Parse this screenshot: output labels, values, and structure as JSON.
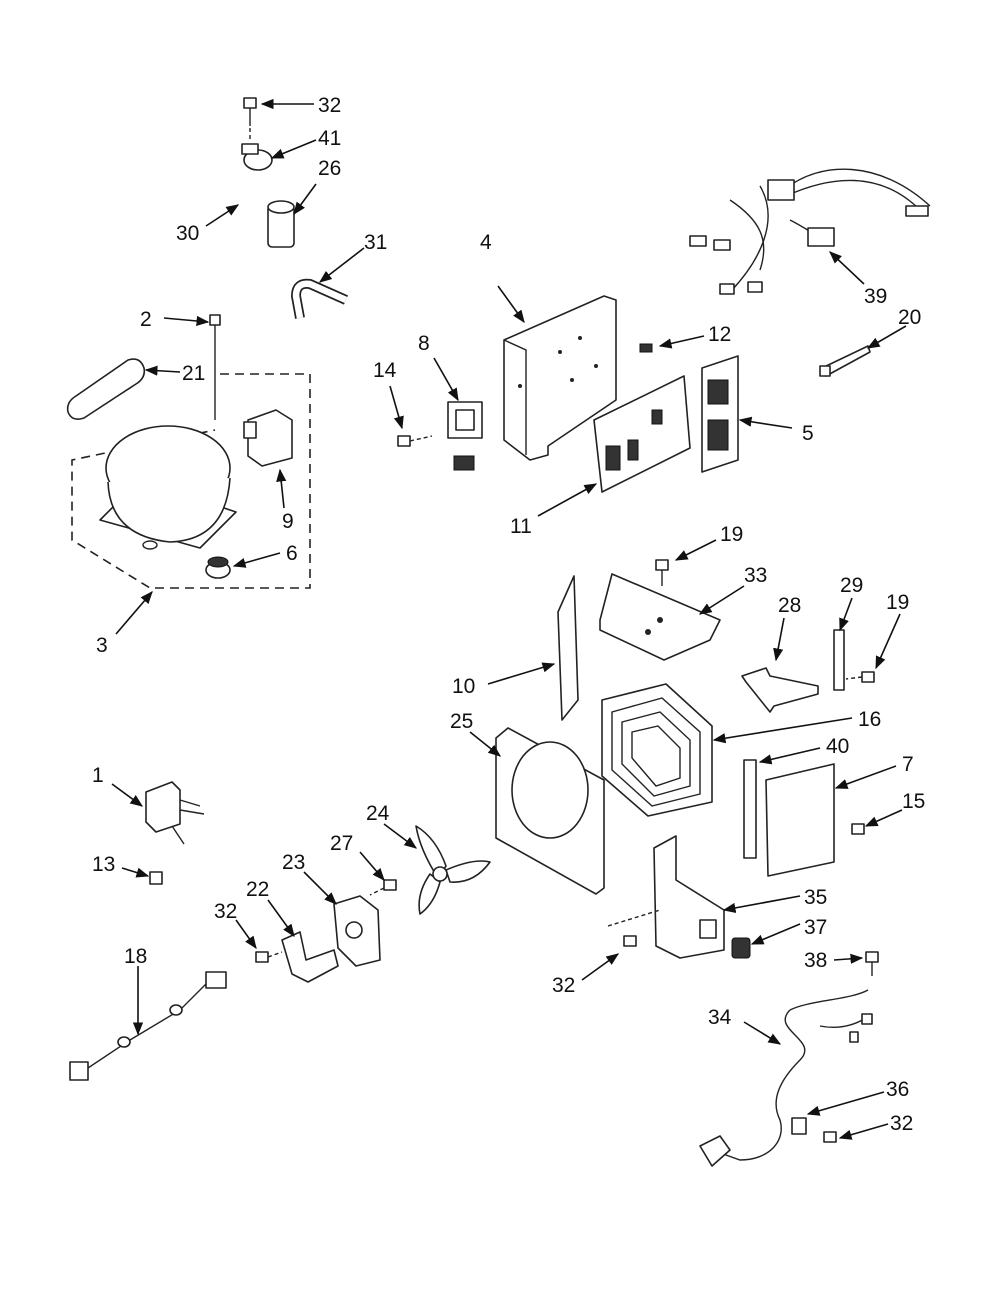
{
  "diagram": {
    "callouts": [
      {
        "id": "c32a",
        "text": "32"
      },
      {
        "id": "c41",
        "text": "41"
      },
      {
        "id": "c26",
        "text": "26"
      },
      {
        "id": "c30",
        "text": "30"
      },
      {
        "id": "c31",
        "text": "31"
      },
      {
        "id": "c2",
        "text": "2"
      },
      {
        "id": "c21",
        "text": "21"
      },
      {
        "id": "c9",
        "text": "9"
      },
      {
        "id": "c6",
        "text": "6"
      },
      {
        "id": "c3",
        "text": "3"
      },
      {
        "id": "c4",
        "text": "4"
      },
      {
        "id": "c8",
        "text": "8"
      },
      {
        "id": "c14",
        "text": "14"
      },
      {
        "id": "c12",
        "text": "12"
      },
      {
        "id": "c5",
        "text": "5"
      },
      {
        "id": "c11",
        "text": "11"
      },
      {
        "id": "c39",
        "text": "39"
      },
      {
        "id": "c20",
        "text": "20"
      },
      {
        "id": "c19a",
        "text": "19"
      },
      {
        "id": "c33",
        "text": "33"
      },
      {
        "id": "c28",
        "text": "28"
      },
      {
        "id": "c29",
        "text": "29"
      },
      {
        "id": "c19b",
        "text": "19"
      },
      {
        "id": "c10",
        "text": "10"
      },
      {
        "id": "c25",
        "text": "25"
      },
      {
        "id": "c16",
        "text": "16"
      },
      {
        "id": "c40",
        "text": "40"
      },
      {
        "id": "c7",
        "text": "7"
      },
      {
        "id": "c15",
        "text": "15"
      },
      {
        "id": "c1",
        "text": "1"
      },
      {
        "id": "c13",
        "text": "13"
      },
      {
        "id": "c24",
        "text": "24"
      },
      {
        "id": "c27",
        "text": "27"
      },
      {
        "id": "c23",
        "text": "23"
      },
      {
        "id": "c22",
        "text": "22"
      },
      {
        "id": "c32b",
        "text": "32"
      },
      {
        "id": "c18",
        "text": "18"
      },
      {
        "id": "c35",
        "text": "35"
      },
      {
        "id": "c37",
        "text": "37"
      },
      {
        "id": "c32c",
        "text": "32"
      },
      {
        "id": "c38",
        "text": "38"
      },
      {
        "id": "c34",
        "text": "34"
      },
      {
        "id": "c36",
        "text": "36"
      },
      {
        "id": "c32d",
        "text": "32"
      }
    ]
  }
}
